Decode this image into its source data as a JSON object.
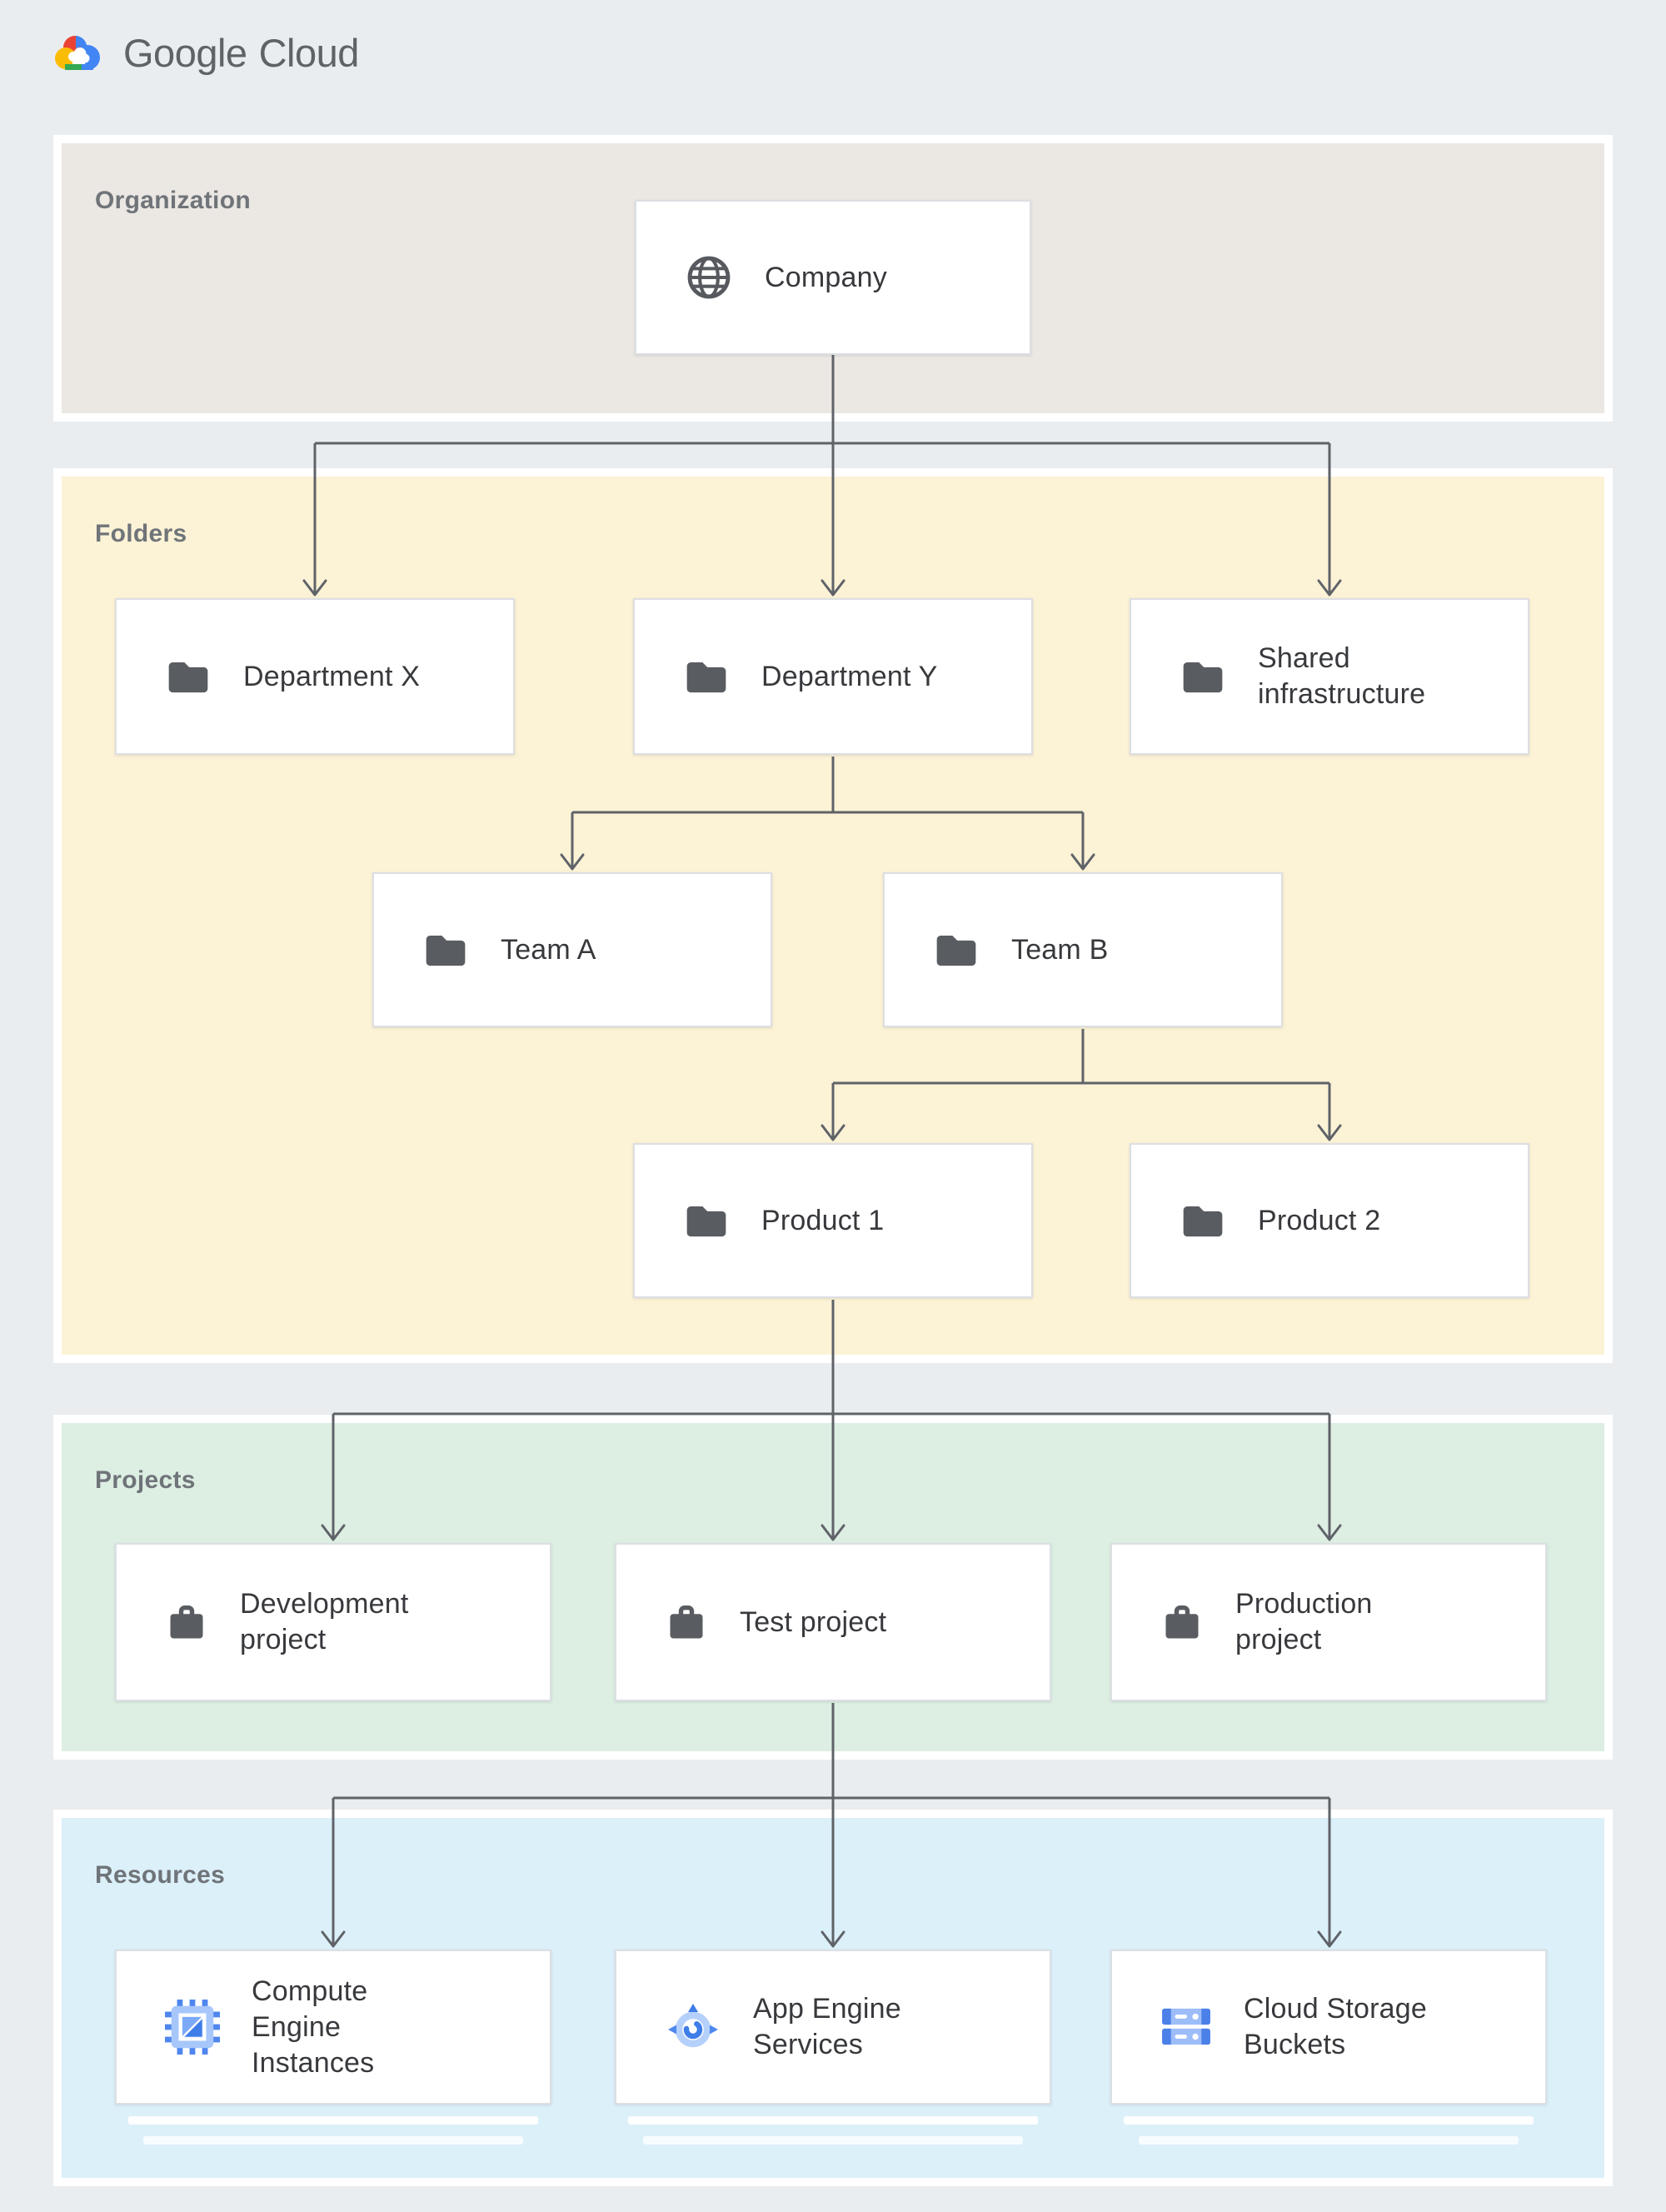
{
  "header": {
    "logo": {
      "google": "Google",
      "cloud": "Cloud"
    }
  },
  "sections": {
    "organization": {
      "label": "Organization"
    },
    "folders": {
      "label": "Folders"
    },
    "projects": {
      "label": "Projects"
    },
    "resources": {
      "label": "Resources"
    }
  },
  "nodes": {
    "company": {
      "label": "Company",
      "icon": "globe-icon"
    },
    "dept_x": {
      "label": "Department X",
      "icon": "folder-icon"
    },
    "dept_y": {
      "label": "Department Y",
      "icon": "folder-icon"
    },
    "shared_infra": {
      "label": "Shared infrastructure",
      "icon": "folder-icon"
    },
    "team_a": {
      "label": "Team A",
      "icon": "folder-icon"
    },
    "team_b": {
      "label": "Team B",
      "icon": "folder-icon"
    },
    "product_1": {
      "label": "Product 1",
      "icon": "folder-icon"
    },
    "product_2": {
      "label": "Product 2",
      "icon": "folder-icon"
    },
    "dev_project": {
      "label": "Development project",
      "icon": "briefcase-icon"
    },
    "test_project": {
      "label": "Test project",
      "icon": "briefcase-icon"
    },
    "prod_project": {
      "label": "Production project",
      "icon": "briefcase-icon"
    },
    "compute_engine": {
      "label": "Compute Engine Instances",
      "icon": "compute-engine-icon"
    },
    "app_engine": {
      "label": "App Engine Services",
      "icon": "app-engine-icon"
    },
    "cloud_storage": {
      "label": "Cloud Storage Buckets",
      "icon": "cloud-storage-icon"
    }
  },
  "edges": [
    {
      "from": "company",
      "to": [
        "dept_x",
        "dept_y",
        "shared_infra"
      ]
    },
    {
      "from": "dept_y",
      "to": [
        "team_a",
        "team_b"
      ]
    },
    {
      "from": "team_b",
      "to": [
        "product_1",
        "product_2"
      ]
    },
    {
      "from": "product_1",
      "to": [
        "dev_project",
        "test_project",
        "prod_project"
      ]
    },
    {
      "from": "test_project",
      "to": [
        "compute_engine",
        "app_engine",
        "cloud_storage"
      ]
    }
  ],
  "colors": {
    "page_bg": "#e9edf0",
    "organization_bg": "#ebe7e3",
    "folders_bg": "#fcf2d6",
    "projects_bg": "#ddeee3",
    "resources_bg": "#dcf0fa",
    "connector": "#5f6368",
    "icon_gray": "#595c60",
    "google_blue": "#4285f4",
    "google_red": "#ea4335",
    "google_yellow": "#fbbc05",
    "google_green": "#34a853"
  }
}
